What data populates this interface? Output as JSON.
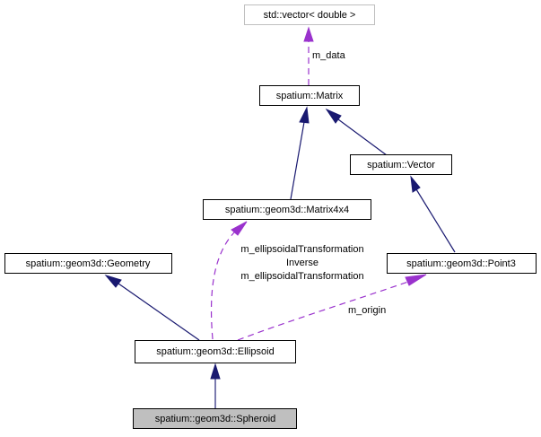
{
  "diagram": {
    "title": "Collaboration diagram for spatium::geom3d::Spheroid",
    "nodes": {
      "vector_double": {
        "label": "std::vector< double >",
        "style": "external"
      },
      "matrix": {
        "label": "spatium::Matrix",
        "style": "normal"
      },
      "vector": {
        "label": "spatium::Vector",
        "style": "normal"
      },
      "matrix4x4": {
        "label": "spatium::geom3d::Matrix4x4",
        "style": "normal"
      },
      "geometry": {
        "label": "spatium::geom3d::Geometry",
        "style": "normal"
      },
      "point3": {
        "label": "spatium::geom3d::Point3",
        "style": "normal"
      },
      "ellipsoid": {
        "label": "spatium::geom3d::Ellipsoid",
        "style": "normal"
      },
      "spheroid": {
        "label": "spatium::geom3d::Spheroid",
        "style": "current"
      }
    },
    "edges": [
      {
        "from": "matrix",
        "to": "vector_double",
        "type": "usage",
        "label": "m_data"
      },
      {
        "from": "matrix4x4",
        "to": "matrix",
        "type": "inheritance"
      },
      {
        "from": "vector",
        "to": "matrix",
        "type": "inheritance"
      },
      {
        "from": "point3",
        "to": "vector",
        "type": "inheritance"
      },
      {
        "from": "ellipsoid",
        "to": "geometry",
        "type": "inheritance"
      },
      {
        "from": "ellipsoid",
        "to": "matrix4x4",
        "type": "usage",
        "label_lines": [
          "m_ellipsoidalTransformation",
          "Inverse",
          "m_ellipsoidalTransformation"
        ]
      },
      {
        "from": "ellipsoid",
        "to": "point3",
        "type": "usage",
        "label": "m_origin"
      },
      {
        "from": "spheroid",
        "to": "ellipsoid",
        "type": "inheritance"
      }
    ],
    "colors": {
      "inheritance_edge": "#191970",
      "usage_edge": "#9a32cd",
      "current_node_fill": "#bfbfbf",
      "external_node_border": "#bfbfbf"
    }
  }
}
